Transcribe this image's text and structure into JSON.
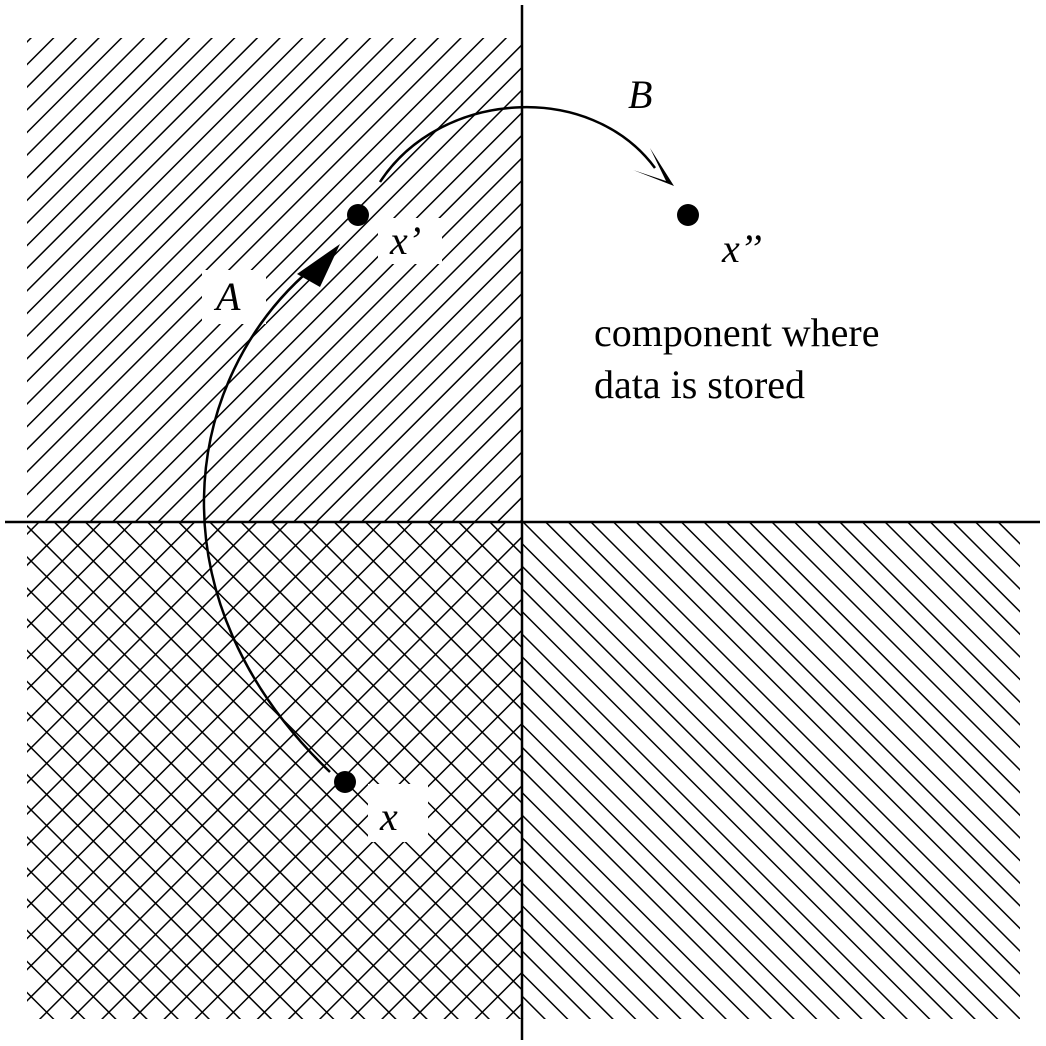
{
  "labels": {
    "point_x": "x",
    "point_x_prime": "x’",
    "point_x_double_prime": "x’’",
    "arrow_a": "A",
    "arrow_b": "B",
    "caption_line1": "component where",
    "caption_line2": "data is stored"
  },
  "colors": {
    "ink": "#000000",
    "background": "#ffffff"
  },
  "regions": {
    "top_left": "diagonal-hatch-forward",
    "bottom_left": "cross-hatch",
    "bottom_right": "diagonal-hatch-backward",
    "top_right": "blank"
  }
}
